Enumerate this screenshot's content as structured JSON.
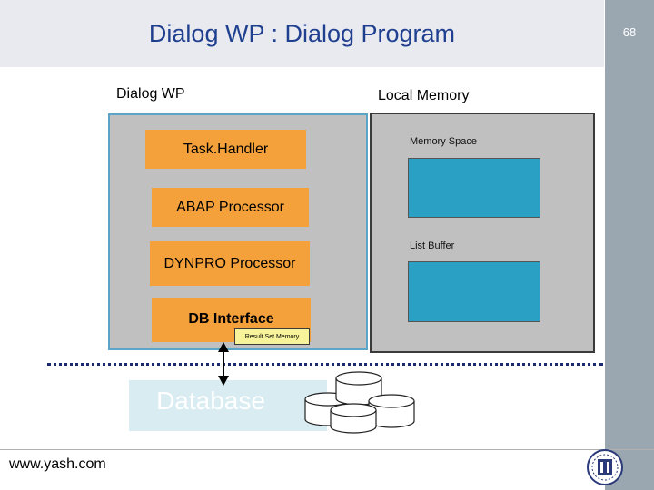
{
  "header": {
    "title": "Dialog WP : Dialog Program",
    "page_number": "68"
  },
  "labels": {
    "dialog_wp": "Dialog WP",
    "local_memory": "Local Memory"
  },
  "dialog_wp_components": {
    "task_handler": "Task.Handler",
    "abap_processor": "ABAP Processor",
    "dynpro_processor": "DYNPRO Processor",
    "db_interface": "DB Interface",
    "result_set_memory": "Result Set Memory"
  },
  "local_memory_components": {
    "memory_space": "Memory Space",
    "list_buffer": "List Buffer"
  },
  "database": {
    "label": "Database"
  },
  "footer": {
    "url": "www.yash.com"
  },
  "colors": {
    "title": "#1f3f8f",
    "component_orange": "#f4a13b",
    "memory_teal": "#2aa0c4",
    "panel_gray": "#c0c0c0",
    "result_set_yellow": "#f6f39a"
  }
}
